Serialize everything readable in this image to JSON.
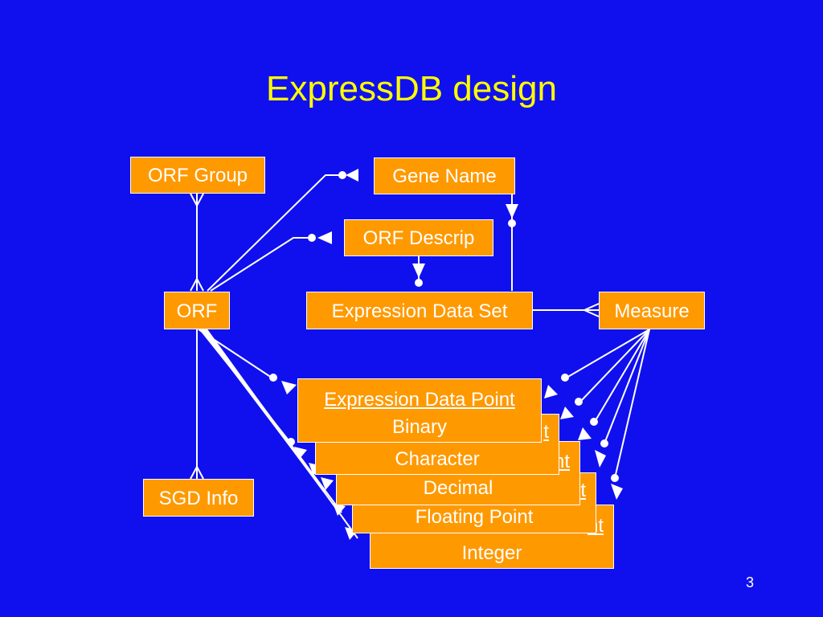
{
  "slide": {
    "title": "ExpressDB design",
    "page_number": "3",
    "colors": {
      "background": "#1010ee",
      "title": "#ffff00",
      "box": "#ff9900",
      "lines": "#ffffff"
    }
  },
  "entities": {
    "orf_group": "ORF Group",
    "gene_name": "Gene Name",
    "orf_descrip": "ORF Descrip",
    "orf": "ORF",
    "expression_data_set": "Expression Data Set",
    "measure": "Measure",
    "sgd_info": "SGD Info"
  },
  "stack": {
    "header": "Expression Data Point",
    "types": [
      "Binary",
      "Character",
      "Decimal",
      "Floating Point",
      "Integer"
    ],
    "partial_headers": [
      "t",
      "nt",
      "t",
      "nt"
    ]
  }
}
